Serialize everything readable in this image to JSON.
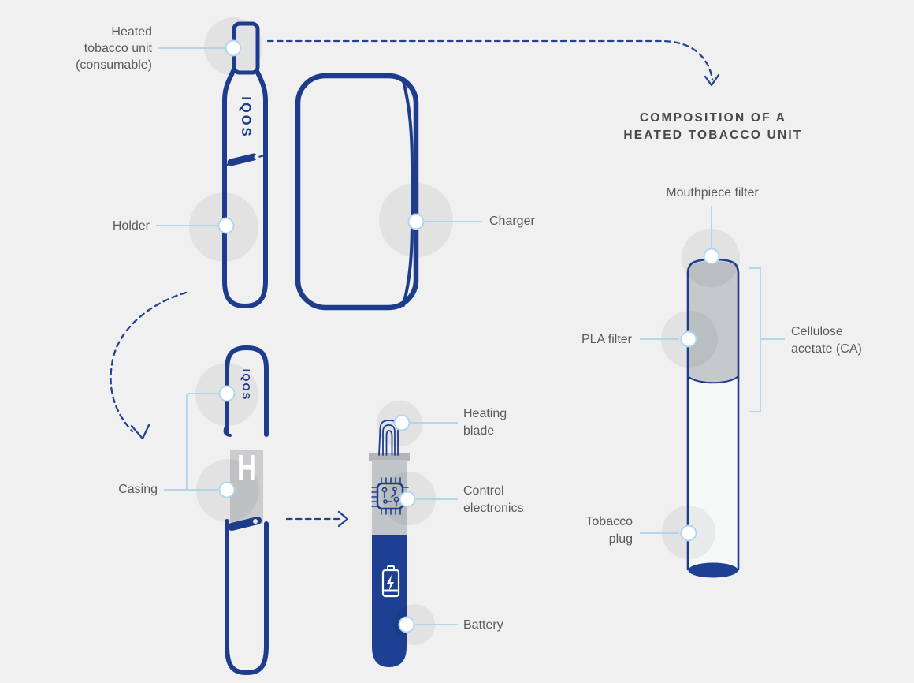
{
  "colors": {
    "background": "#f0f0f1",
    "navy_stroke": "#1e3c8c",
    "navy_fill": "#1d4092",
    "light_blue_connector": "#a9d3e8",
    "gray_highlight": "#e3e3e4",
    "gray_filter_fill": "#c5c9cc",
    "label_text": "#595a5c",
    "title_text": "#47484a"
  },
  "overview": {
    "labels": {
      "heated_tobacco_unit": "Heated\ntobacco unit\n(consumable)",
      "holder": "Holder",
      "charger": "Charger",
      "casing": "Casing",
      "heating_blade": "Heating\nblade",
      "control_electronics": "Control\nelectronics",
      "battery": "Battery"
    },
    "brand_marking": "IQOS",
    "housing_marking": "H"
  },
  "composition": {
    "title": "COMPOSITION OF A\nHEATED TOBACCO UNIT",
    "labels": {
      "mouthpiece_filter": "Mouthpiece filter",
      "pla_filter": "PLA filter",
      "cellulose_acetate": "Cellulose\nacetate (CA)",
      "tobacco_plug": "Tobacco\nplug"
    }
  },
  "icons": {
    "heating_blade_icon": "heating-blade",
    "chip_icon": "circuit-chip",
    "battery_icon": "battery-charging",
    "callout_dot": "callout-dot",
    "dashed_arrow": "dashed-arrow"
  }
}
